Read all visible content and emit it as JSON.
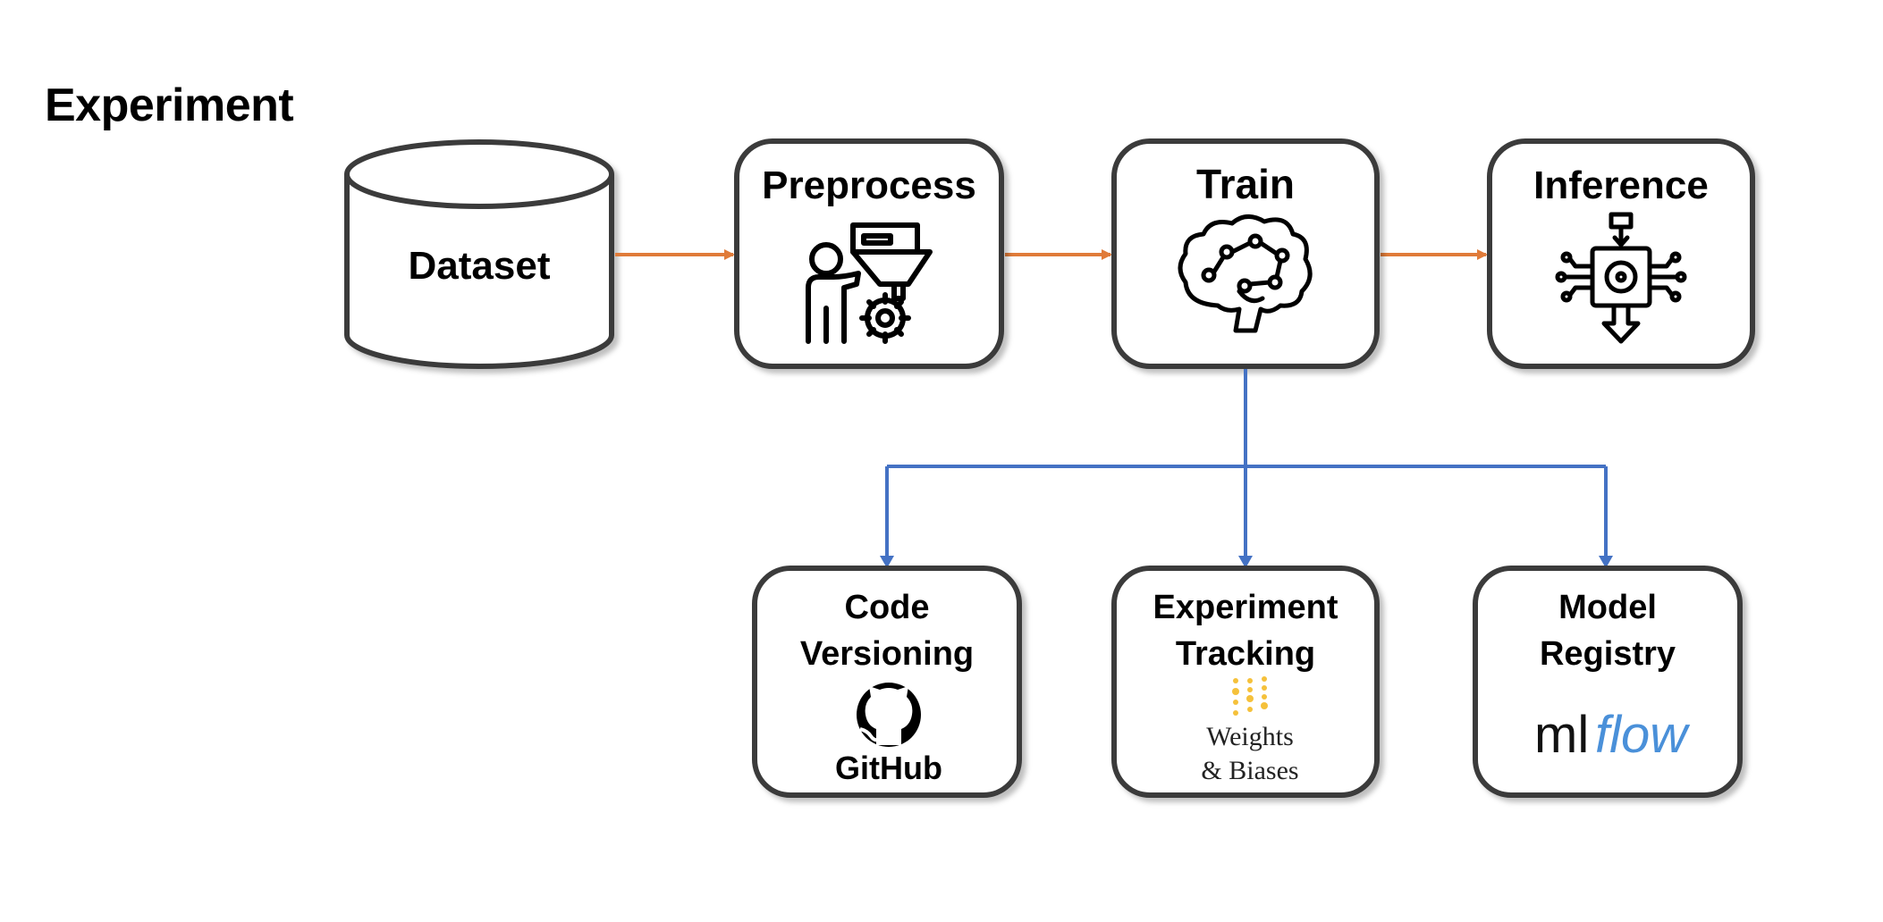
{
  "page_title": "Experiment",
  "nodes": {
    "dataset": {
      "label": "Dataset"
    },
    "preprocess": {
      "label": "Preprocess",
      "icon": "person-filter-gear-icon"
    },
    "train": {
      "label": "Train",
      "icon": "brain-circuit-icon"
    },
    "inference": {
      "label": "Inference",
      "icon": "ai-chip-icon"
    },
    "code_versioning": {
      "label_line1": "Code",
      "label_line2": "Versioning",
      "logo_text": "GitHub",
      "icon": "github-octocat-icon"
    },
    "experiment_tracking": {
      "label_line1": "Experiment",
      "label_line2": "Tracking",
      "logo_line1": "Weights",
      "logo_line2": "& Biases",
      "icon": "wandb-dots-icon"
    },
    "model_registry": {
      "label_line1": "Model",
      "label_line2": "Registry",
      "logo_ml": "ml",
      "logo_flow": "flow",
      "icon": "mlflow-logo"
    }
  },
  "colors": {
    "flow_arrow": "#E07B39",
    "branch_arrow": "#4472C4",
    "box_stroke": "#3a3a3a",
    "wandb_dots": "#F5C13B",
    "mlflow_blue": "#4A90D9"
  }
}
